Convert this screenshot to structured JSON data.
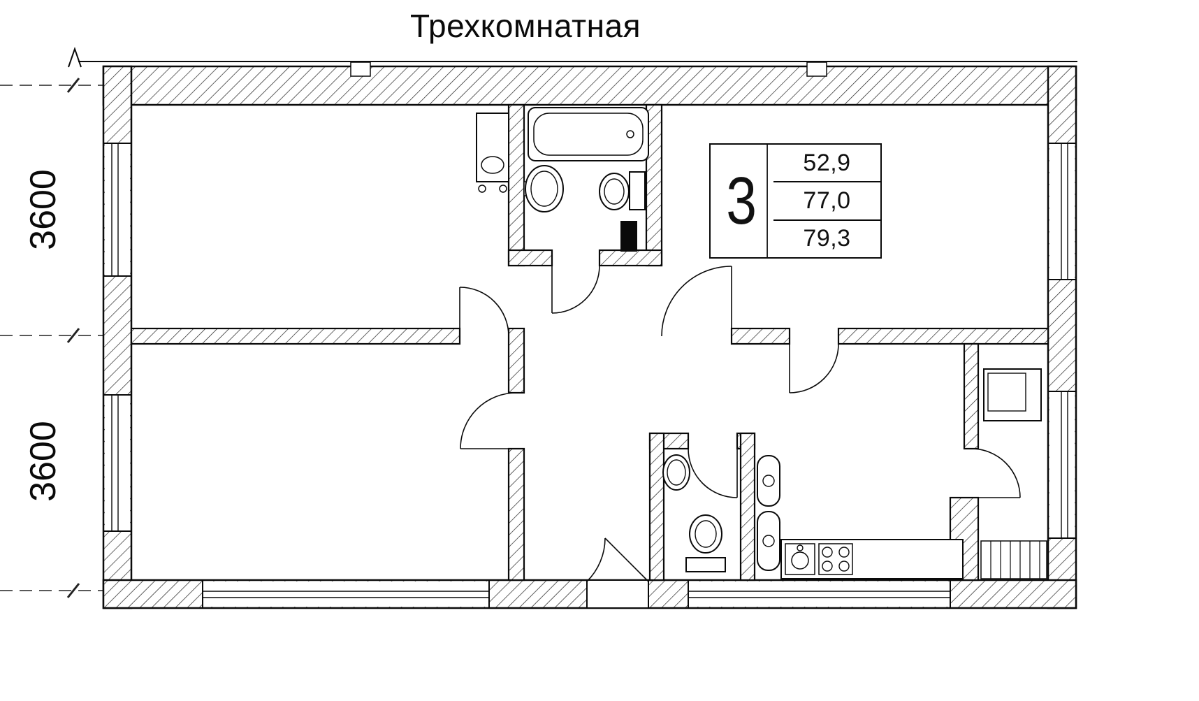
{
  "title": "Трехкомнатная",
  "dimension_labels": {
    "upper": "3600",
    "lower": "3600"
  },
  "info_box": {
    "room_count": "3",
    "areas": [
      "52,9",
      "77,0",
      "79,3"
    ]
  },
  "colors": {
    "line": "#0a0a0a",
    "background": "#ffffff",
    "hatch": "#222222"
  }
}
